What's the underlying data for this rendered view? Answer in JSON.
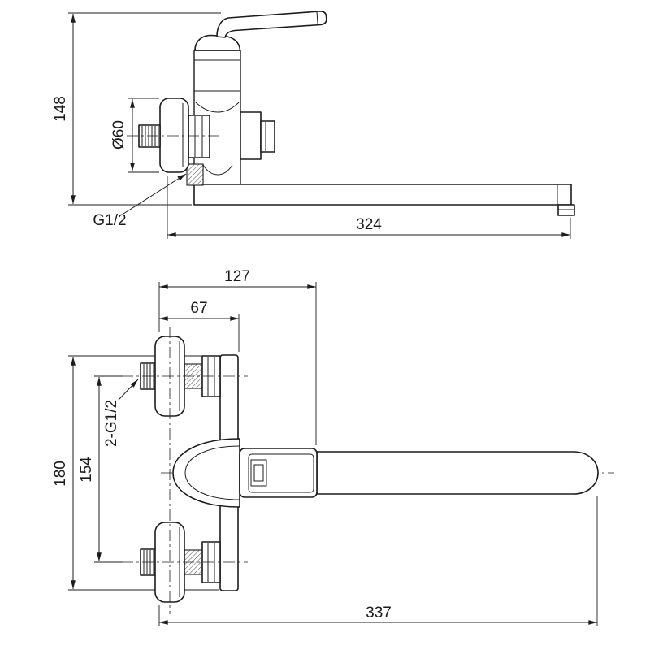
{
  "meta": {
    "type": "technical-drawing",
    "subject": "wall-mounted single-lever bath mixer with long swivel spout",
    "background": "#ffffff",
    "line_color": "#1c1c1c"
  },
  "dimensions": {
    "side_view": {
      "height": "148",
      "flange_diameter": "Ø60",
      "thread": "G1/2",
      "spout_reach": "324"
    },
    "plan_view": {
      "wall_to_handle": "127",
      "wall_to_body": "67",
      "thread_note": "2-G1/2",
      "centers_distance": "154",
      "body_height": "180",
      "overall_length": "337"
    }
  }
}
